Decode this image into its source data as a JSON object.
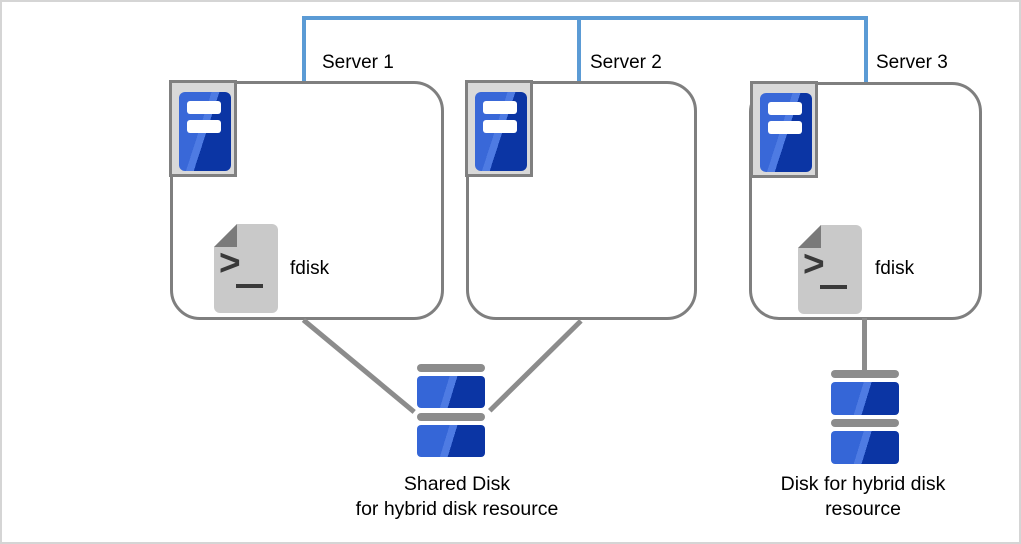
{
  "diagram": {
    "servers": [
      {
        "label": "Server 1",
        "has_tool": true,
        "tool_label": "fdisk"
      },
      {
        "label": "Server 2",
        "has_tool": false
      },
      {
        "label": "Server 3",
        "has_tool": true,
        "tool_label": "fdisk"
      }
    ],
    "icons": {
      "server_icon": "server-tower-icon",
      "fdisk_icon": "terminal-document-icon",
      "disk_icon": "stacked-disk-icon",
      "prompt_glyph": ">"
    },
    "connections": [
      {
        "from": "Server 1",
        "to": "Server 2",
        "type": "network"
      },
      {
        "from": "Server 2",
        "to": "Server 3",
        "type": "network"
      },
      {
        "from": "Server 1",
        "to": "Shared Disk",
        "type": "storage"
      },
      {
        "from": "Server 2",
        "to": "Shared Disk",
        "type": "storage"
      },
      {
        "from": "Server 3",
        "to": "Hybrid Disk",
        "type": "storage"
      }
    ],
    "captions": {
      "shared_disk": {
        "line1": "Shared Disk",
        "line2": "for hybrid disk resource"
      },
      "hybrid_disk": {
        "line1": "Disk for hybrid disk",
        "line2": "resource"
      }
    },
    "colors": {
      "network_line": "#5B9BD5",
      "connector_line": "#8C8C8C",
      "box_border": "#7F7F7F",
      "icon_blue_light": "#3968D8",
      "icon_blue_dark": "#0B35A4",
      "plate_fill": "#D9D9D9",
      "document_fill": "#C9C9C9",
      "fold_fill": "#7A7A7A",
      "text": "#000000",
      "background": "#FFFFFF"
    }
  }
}
